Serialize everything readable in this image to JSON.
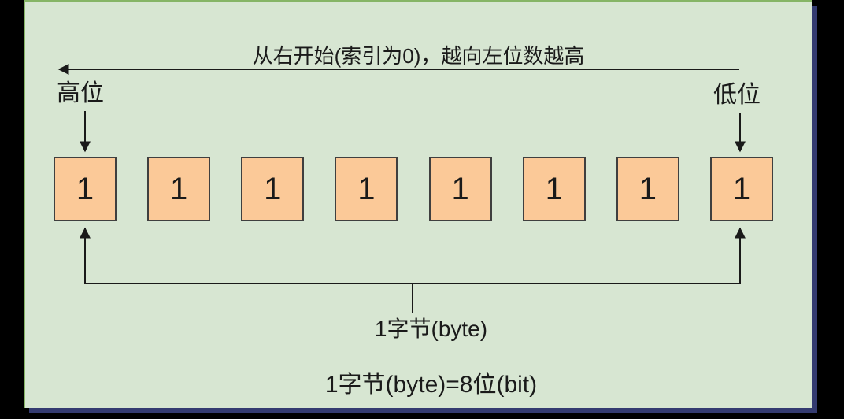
{
  "diagram": {
    "top_arrow_label": "从右开始(索引为0)，越向左位数越高",
    "high_bit_label": "高位",
    "low_bit_label": "低位",
    "bits": [
      "1",
      "1",
      "1",
      "1",
      "1",
      "1",
      "1",
      "1"
    ],
    "byte_bracket_label": "1字节(byte)",
    "equation": "1字节(byte)=8位(bit)"
  },
  "colors": {
    "page_background": "#000000",
    "panel_background": "#d7e6d2",
    "panel_border_green": "#86b566",
    "panel_shadow_navy": "#343b70",
    "bit_box_fill": "#fbc998",
    "bit_box_border": "#3f3f3f",
    "line_color": "#1a1a1a"
  }
}
